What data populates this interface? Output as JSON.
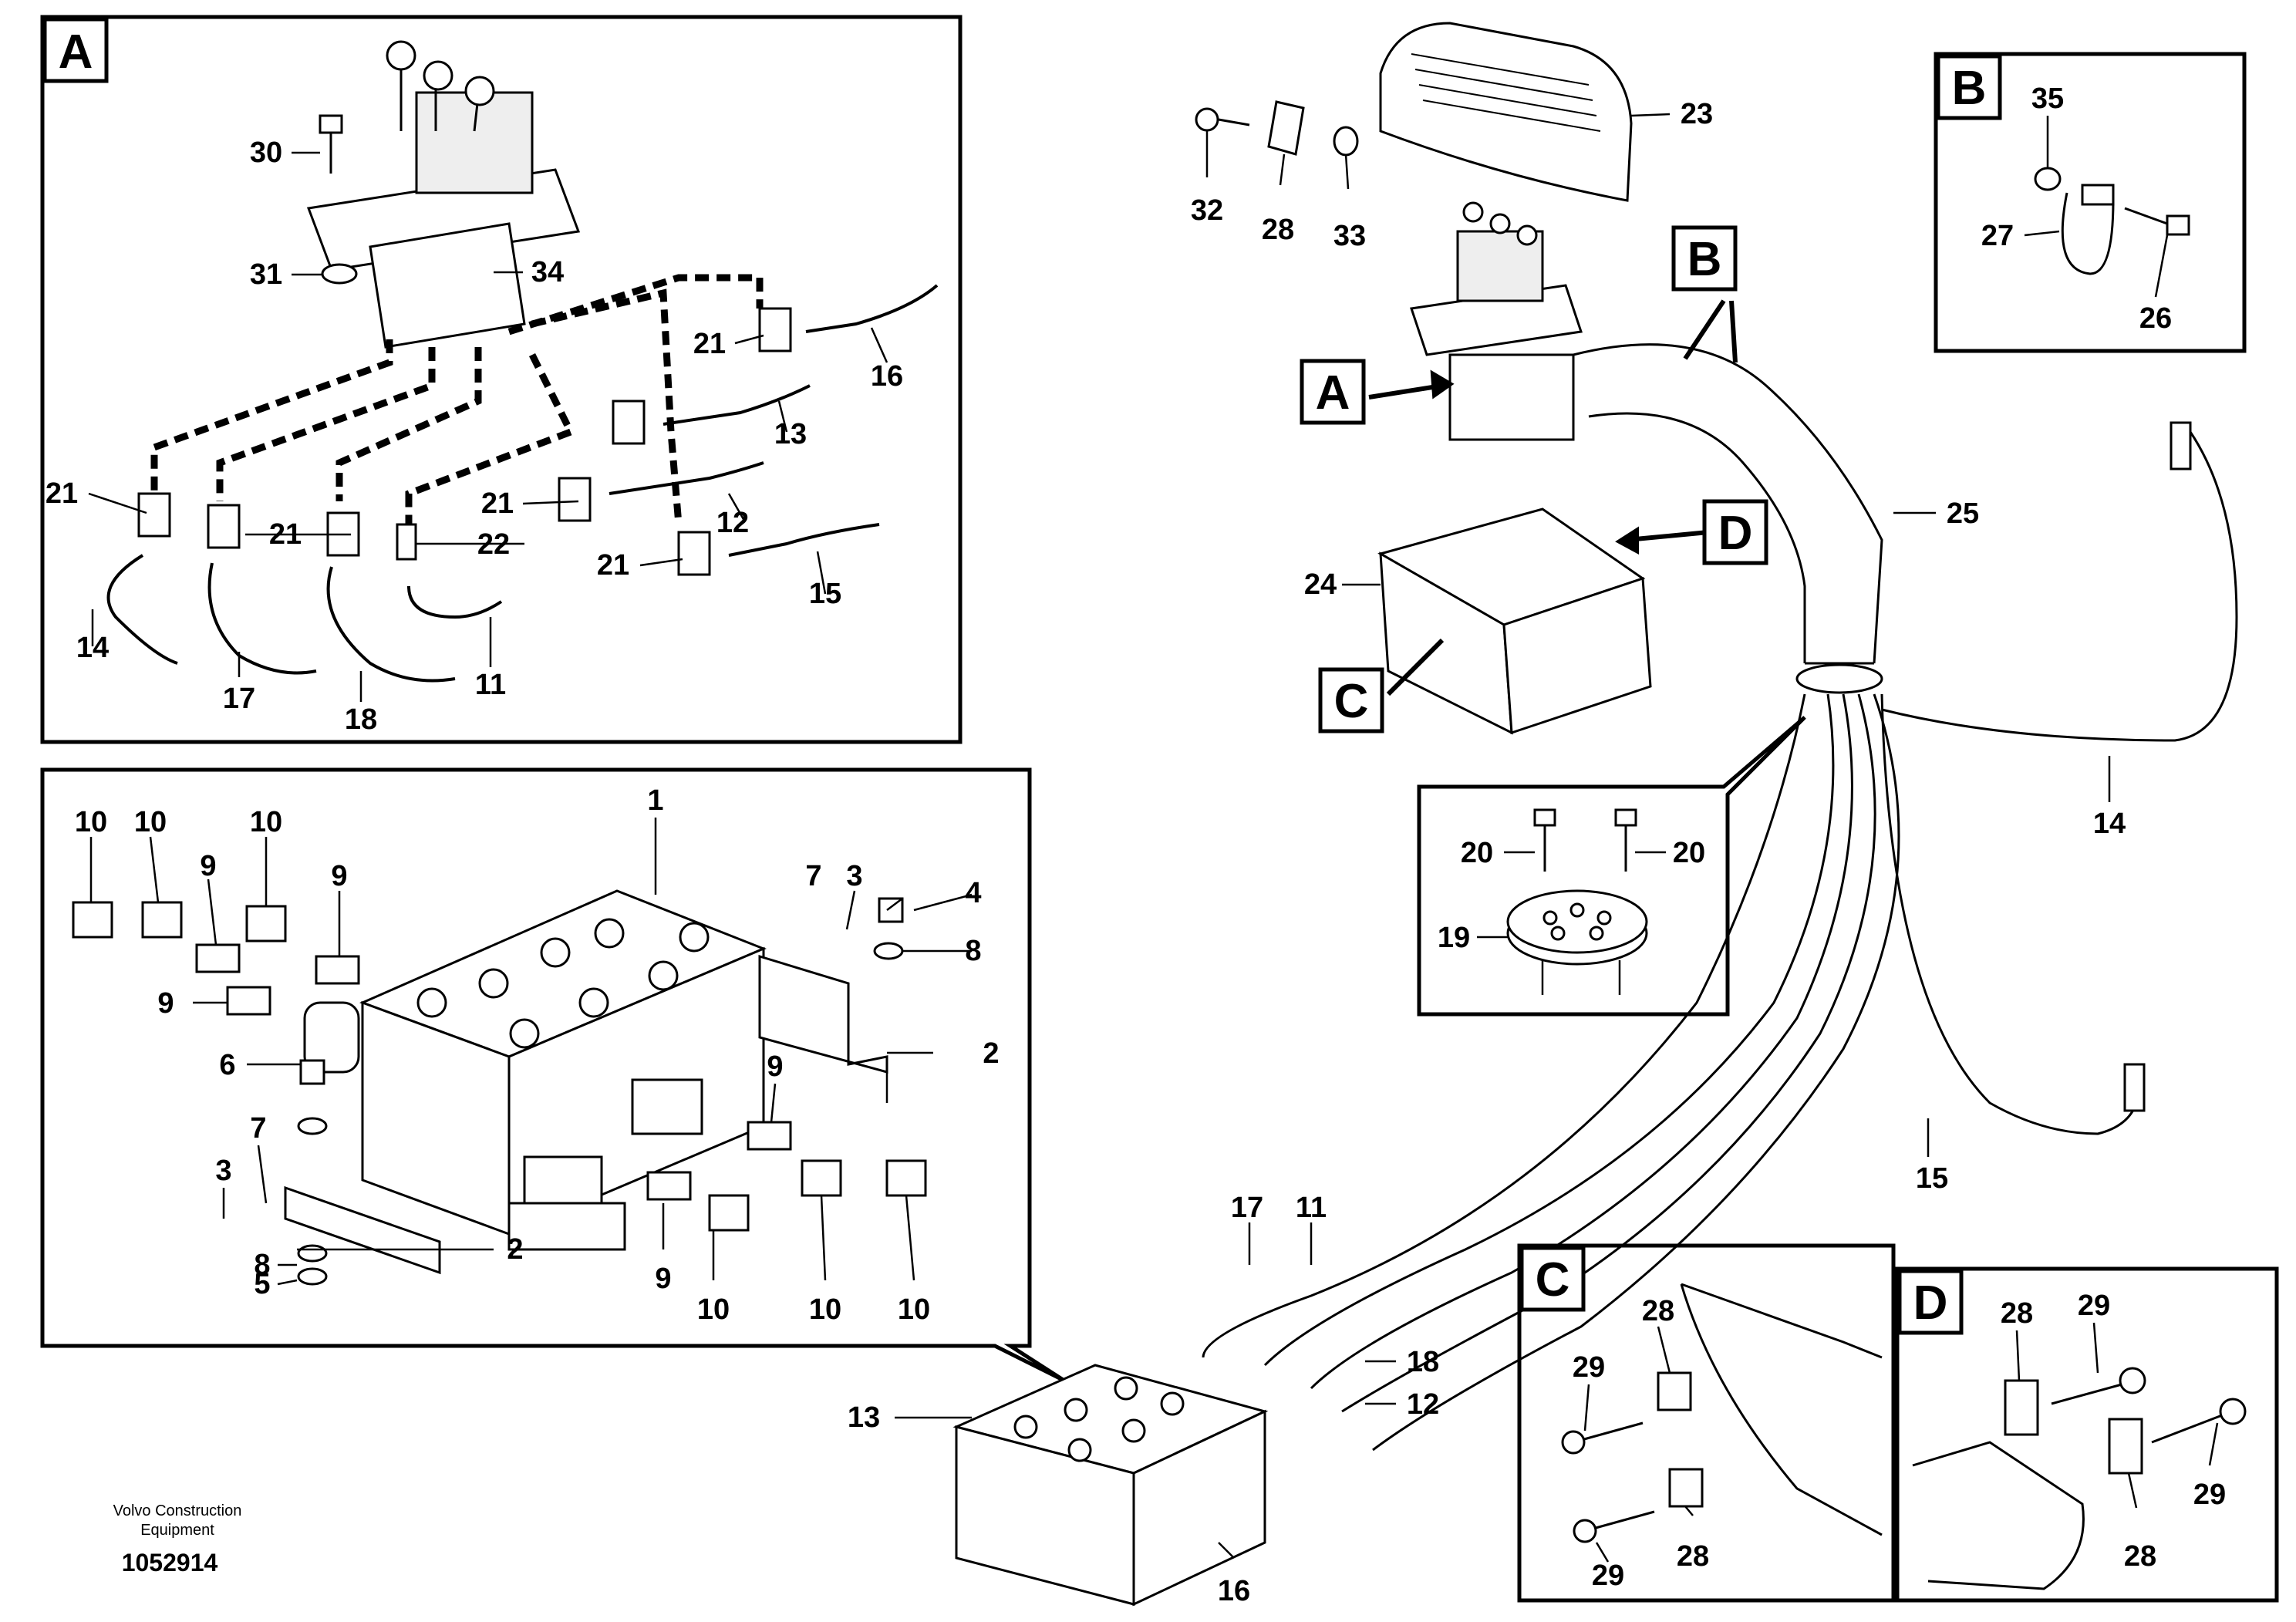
{
  "footer": {
    "company_line1": "Volvo Construction",
    "company_line2": "Equipment",
    "drawing_number": "1052914"
  },
  "box_labels": {
    "A": "A",
    "B": "B",
    "C": "C",
    "D": "D"
  },
  "detail_A": {
    "callouts": [
      "30",
      "31",
      "34",
      "21",
      "16",
      "21",
      "13",
      "21",
      "21",
      "22",
      "21",
      "12",
      "21",
      "15",
      "14",
      "17",
      "18",
      "11"
    ]
  },
  "detail_valve": {
    "callouts": [
      "1",
      "10",
      "10",
      "10",
      "9",
      "9",
      "9",
      "3",
      "4",
      "7",
      "8",
      "6",
      "2",
      "7",
      "3",
      "9",
      "8",
      "5",
      "2",
      "9",
      "10",
      "10",
      "10"
    ]
  },
  "main_view": {
    "callouts": [
      "23",
      "32",
      "28",
      "33",
      "25",
      "24",
      "14",
      "15",
      "17",
      "11",
      "18",
      "12",
      "13",
      "16"
    ]
  },
  "detail_B": {
    "callouts": [
      "35",
      "27",
      "26"
    ]
  },
  "detail_ring": {
    "callouts": [
      "20",
      "20",
      "19"
    ]
  },
  "detail_C": {
    "callouts": [
      "28",
      "29",
      "29",
      "28"
    ]
  },
  "detail_D": {
    "callouts": [
      "28",
      "29",
      "29",
      "28"
    ]
  }
}
